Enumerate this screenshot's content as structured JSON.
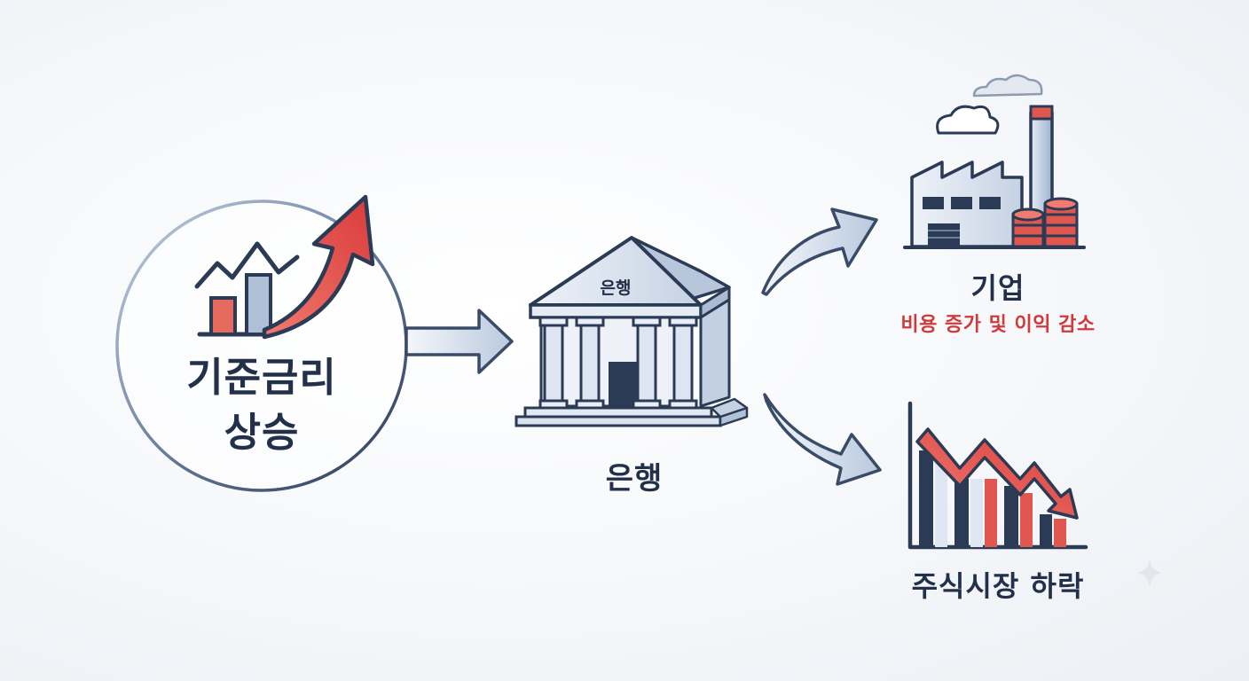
{
  "rate": {
    "line1": "기준금리",
    "line2": "상승"
  },
  "bank": {
    "label": "은행",
    "pediment_label": "은행"
  },
  "company": {
    "label": "기업",
    "effect": "비용 증가 및 이익 감소"
  },
  "stock": {
    "label": "주식시장 하락"
  },
  "colors": {
    "navy": "#2b3a55",
    "accent_red": "#e04a4a",
    "effect_red": "#cf3b3b",
    "light_blue": "#c9d6e6"
  }
}
